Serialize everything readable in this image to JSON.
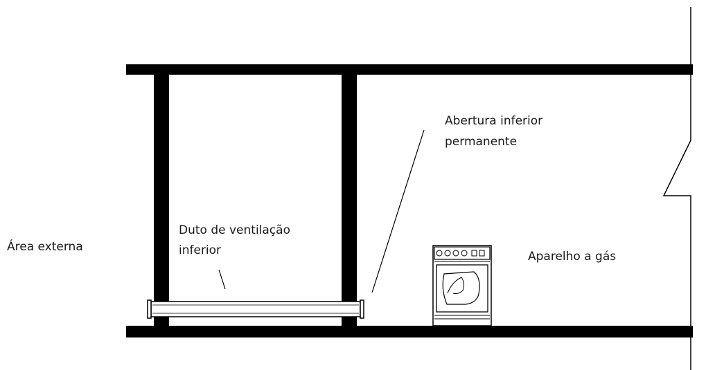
{
  "labels": {
    "outside_area": "Área externa",
    "duct_line1": "Duto de ventilação",
    "duct_line2": "inferior",
    "opening_line1": "Abertura inferior",
    "opening_line2": "permanente",
    "appliance": "Aparelho a gás"
  },
  "colors": {
    "ink": "#000000",
    "background": "#ffffff"
  }
}
